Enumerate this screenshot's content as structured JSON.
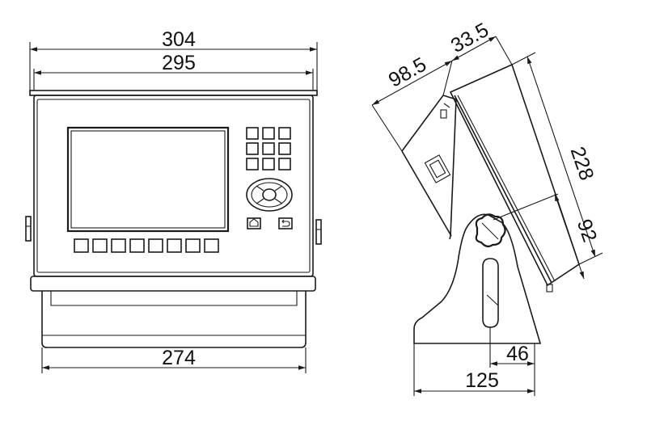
{
  "dimensions": {
    "overall_width": "304",
    "panel_width": "295",
    "base_width": "274",
    "side_depth": "98.5",
    "front_depth": "33.5",
    "height": "228",
    "pivot_height": "92",
    "pivot_offset": "46",
    "base_depth": "125"
  },
  "icons": {
    "home_key": "home-icon",
    "back_key": "return-icon"
  }
}
